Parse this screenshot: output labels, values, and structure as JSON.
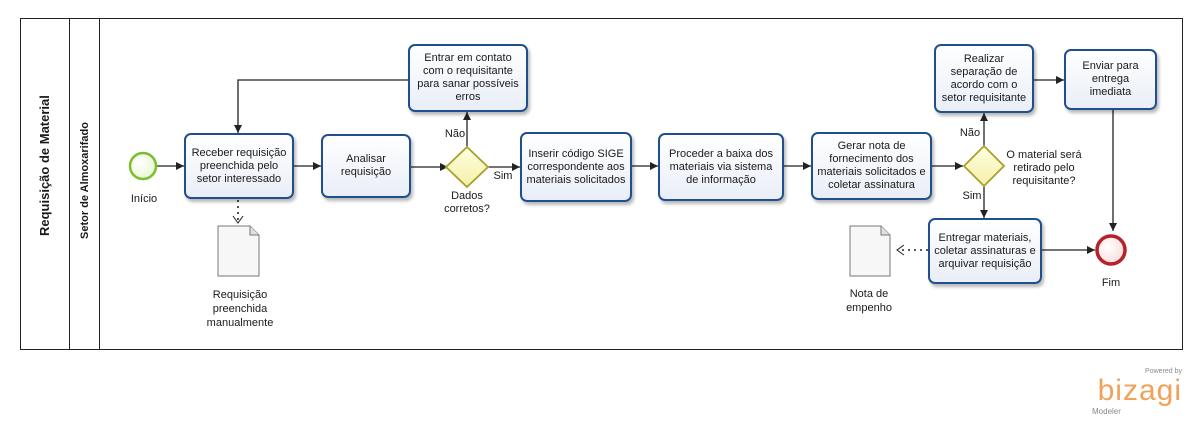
{
  "pool": {
    "title": "Requisição de Material"
  },
  "lane": {
    "title": "Setor de Almoxarifado"
  },
  "events": {
    "start": {
      "label": "Início",
      "color": "#7cbf2d"
    },
    "end": {
      "label": "Fim",
      "color": "#b5232a"
    }
  },
  "tasks": {
    "receber": "Receber requisição preenchida pelo setor interessado",
    "analisar": "Analisar requisição",
    "contato": "Entrar em contato com o requisitante para sanar possíveis erros",
    "inserir": "Inserir código SIGE correspondente aos materiais solicitados",
    "baixa": "Proceder a baixa dos materiais via sistema de informação",
    "gerar": "Gerar nota de fornecimento dos materiais solicitados e coletar assinatura",
    "separacao": "Realizar separação de acordo com o setor requisitante",
    "enviar": "Enviar para entrega imediata",
    "entregar": "Entregar materiais, coletar assinaturas e arquivar requisição"
  },
  "gateways": {
    "dados": {
      "question": "Dados corretos?",
      "yes": "Sim",
      "no": "Não"
    },
    "retirado": {
      "question": "O material será retirado pelo requisitante?",
      "yes": "Sim",
      "no": "Não"
    }
  },
  "documents": {
    "requisicao": "Requisição preenchida manualmente",
    "nota": "Nota de empenho"
  },
  "colors": {
    "task_border": "#1f4f8f",
    "gateway_fill": "#ffffcc",
    "gateway_border": "#a8a02a",
    "brand": "#f1a25a"
  },
  "watermark": {
    "powered": "Powered by",
    "name": "bizagi",
    "sub": "Modeler"
  }
}
